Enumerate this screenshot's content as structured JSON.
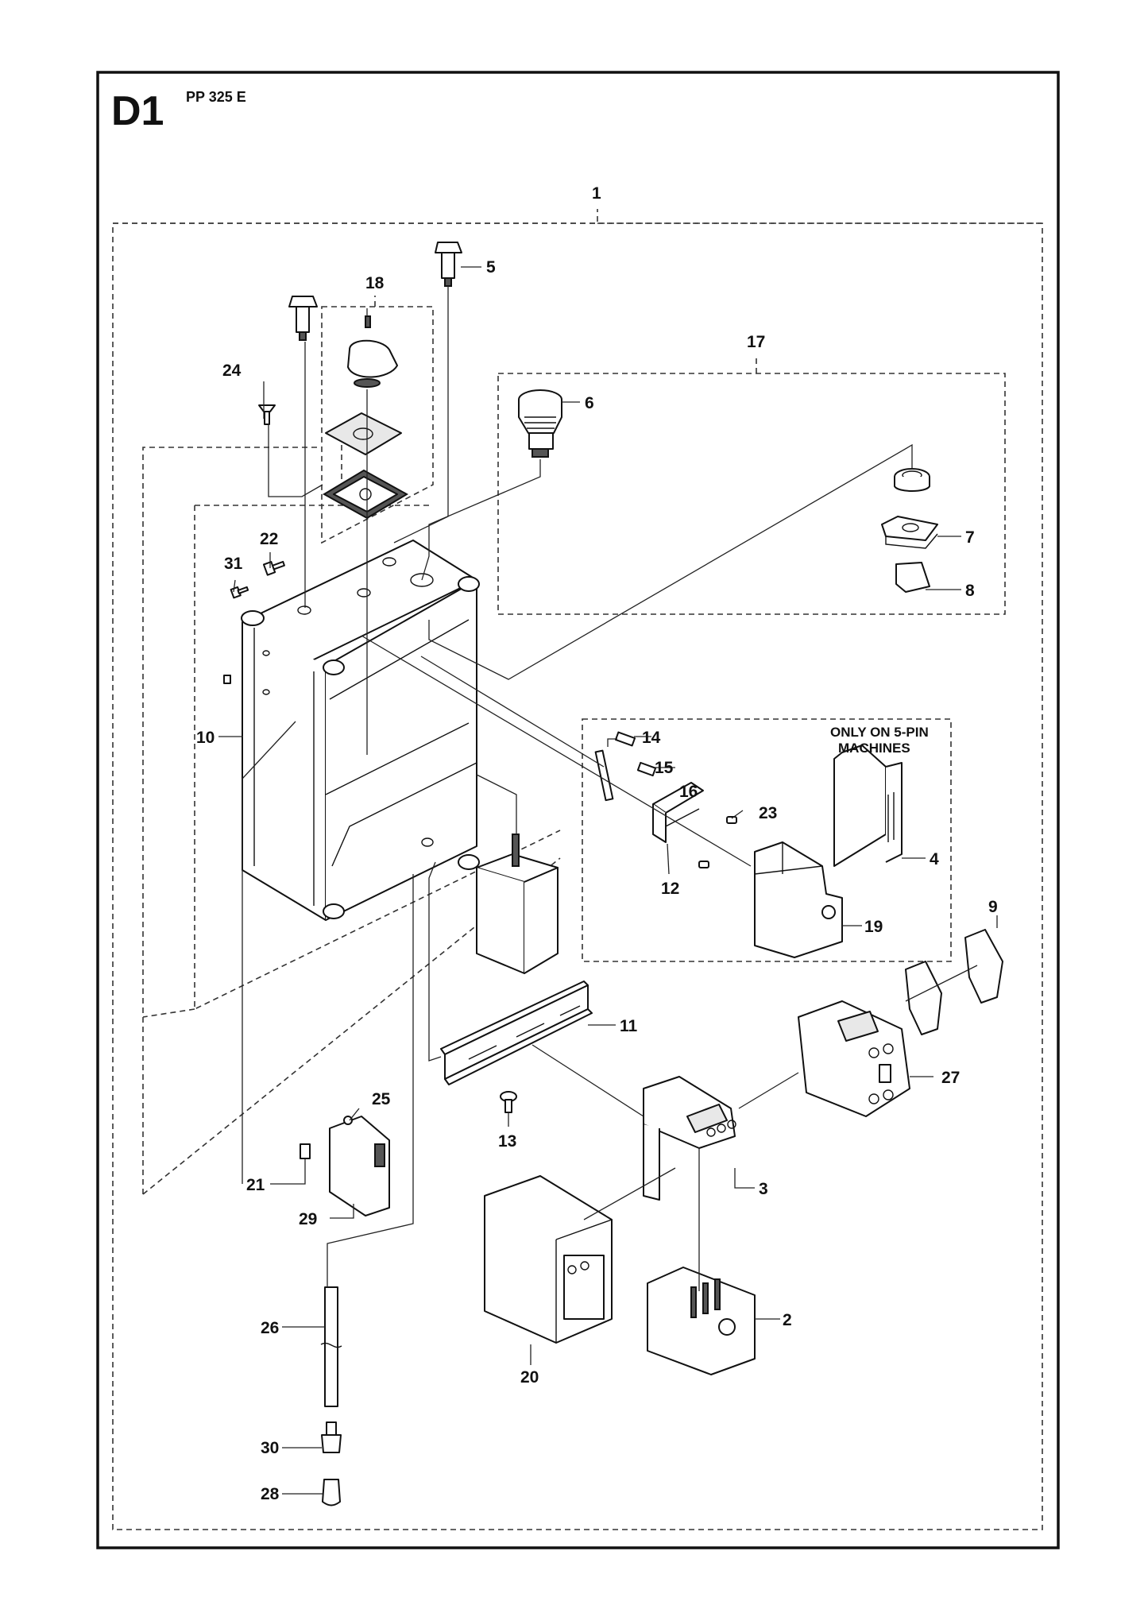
{
  "header": {
    "section_code": "D1",
    "model": "PP 325 E"
  },
  "note": {
    "line1": "ONLY ON 5-PIN",
    "line2": "MACHINES"
  },
  "callouts": [
    "1",
    "2",
    "3",
    "4",
    "5",
    "6",
    "7",
    "8",
    "9",
    "10",
    "11",
    "12",
    "13",
    "14",
    "15",
    "16",
    "17",
    "18",
    "19",
    "20",
    "21",
    "22",
    "23",
    "24",
    "25",
    "26",
    "27",
    "28",
    "29",
    "30",
    "31"
  ]
}
